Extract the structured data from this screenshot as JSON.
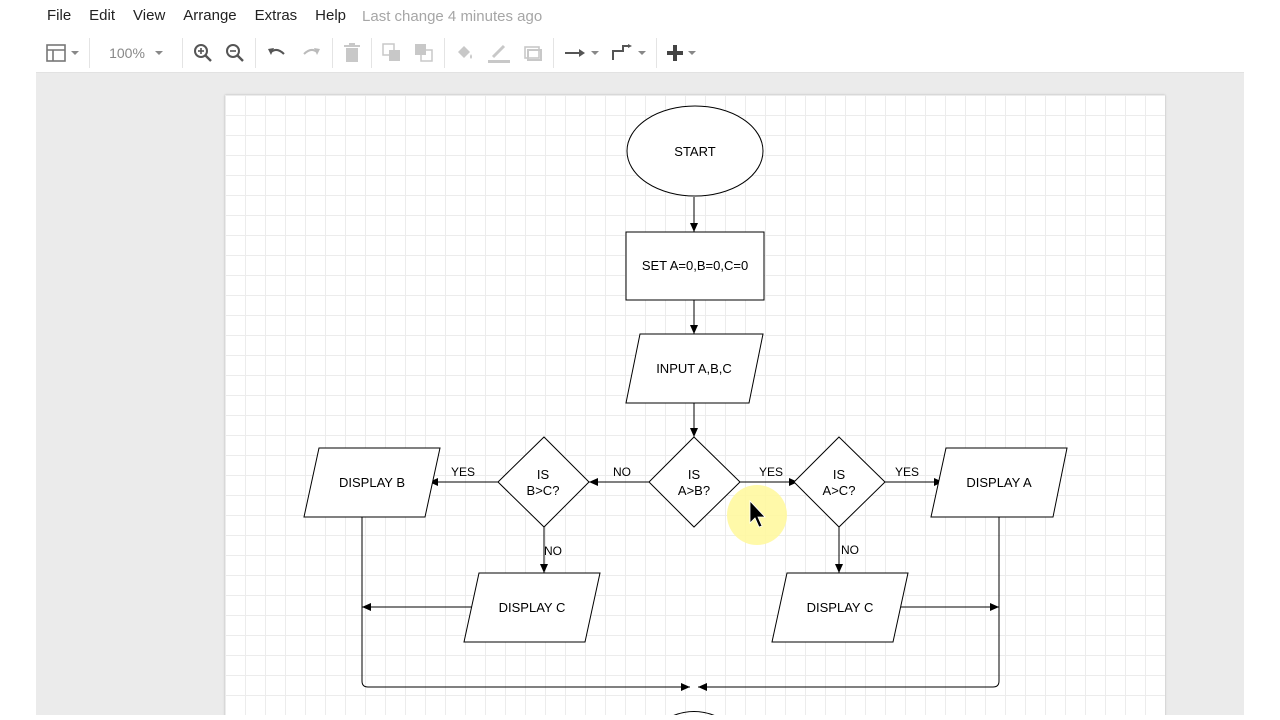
{
  "menu": [
    "File",
    "Edit",
    "View",
    "Arrange",
    "Extras",
    "Help"
  ],
  "status": "Last change 4 minutes ago",
  "toolbar": {
    "zoom": "100%",
    "icons": [
      "format-panel-icon",
      "zoom-in-icon",
      "zoom-out-icon",
      "undo-icon",
      "redo-icon",
      "delete-icon",
      "to-front-icon",
      "to-back-icon",
      "fill-color-icon",
      "line-color-icon",
      "shadow-icon",
      "connection-icon",
      "waypoints-icon",
      "insert-icon"
    ]
  },
  "diagram": {
    "start": "START",
    "set": "SET A=0,B=0,C=0",
    "input": "INPUT A,B,C",
    "decision_ab": [
      "IS",
      "A>B?"
    ],
    "decision_bc": [
      "IS",
      "B>C?"
    ],
    "decision_ac": [
      "IS",
      "A>C?"
    ],
    "display_a": "DISPLAY A",
    "display_b": "DISPLAY B",
    "display_c_left": "DISPLAY C",
    "display_c_right": "DISPLAY C",
    "label_yes_ab": "YES",
    "label_no_ab": "NO",
    "label_yes_bc": "YES",
    "label_no_bc": "NO",
    "label_yes_ac": "YES",
    "label_no_ac": "NO"
  }
}
